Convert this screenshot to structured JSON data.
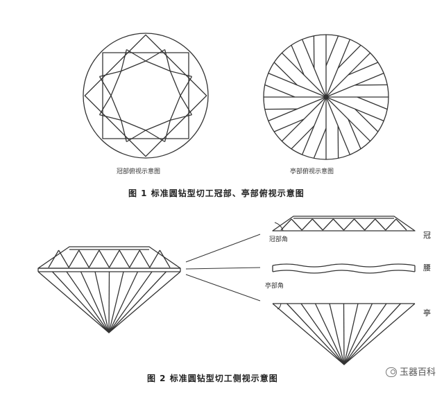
{
  "figure1": {
    "crown_label": "冠部俯视示意图",
    "pavilion_label": "亭部俯视示意图",
    "caption": "图 1   标准圆钻型切工冠部、亭部俯视示意图"
  },
  "figure2": {
    "crown_angle_label": "冠部角",
    "pavilion_angle_label": "亭部角",
    "part_crown": "冠",
    "part_girdle": "腰",
    "part_pavilion": "亭",
    "caption": "图 2   标准圆钻型切工侧视示意图"
  },
  "watermark": {
    "text": "玉器百科",
    "icon": "wechat-logo-icon"
  }
}
